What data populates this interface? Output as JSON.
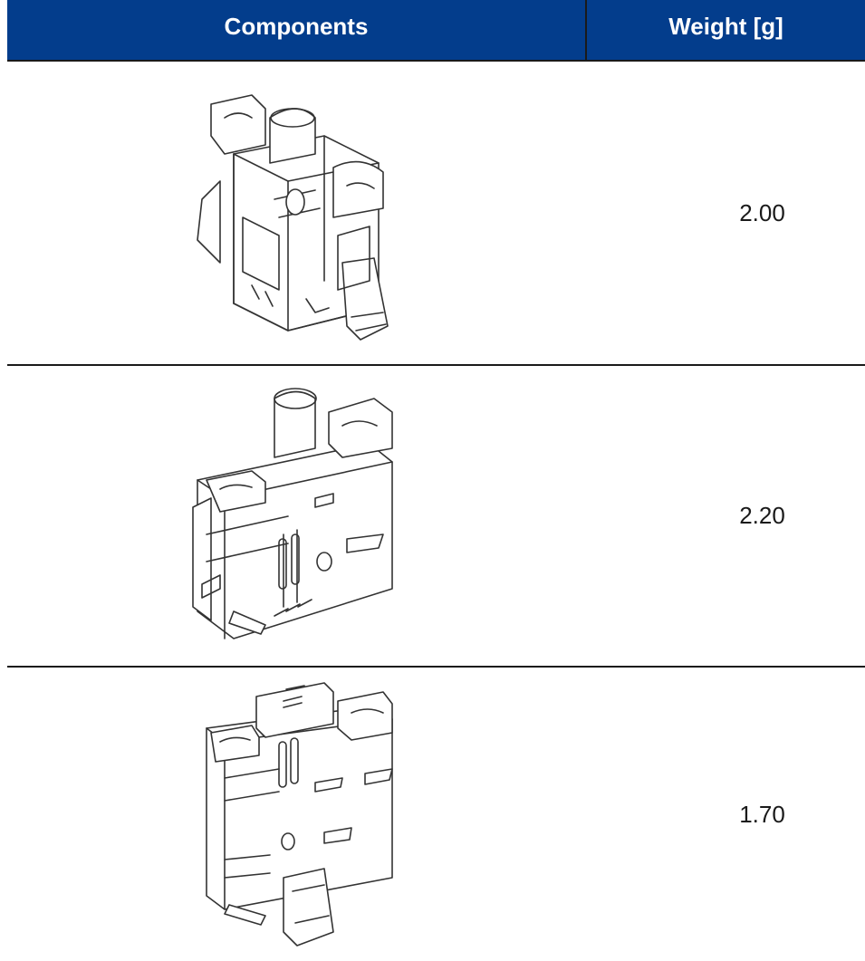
{
  "table": {
    "headers": {
      "components": "Components",
      "weight": "Weight [g]"
    },
    "rows": [
      {
        "component_icon": "bracket-clip-icon",
        "weight": "2.00"
      },
      {
        "component_icon": "mounting-frame-icon",
        "weight": "2.20"
      },
      {
        "component_icon": "mounting-plate-icon",
        "weight": "1.70"
      }
    ]
  },
  "colors": {
    "header_bg": "#033d8c",
    "header_text": "#ffffff",
    "rule": "#1a1a1a"
  }
}
